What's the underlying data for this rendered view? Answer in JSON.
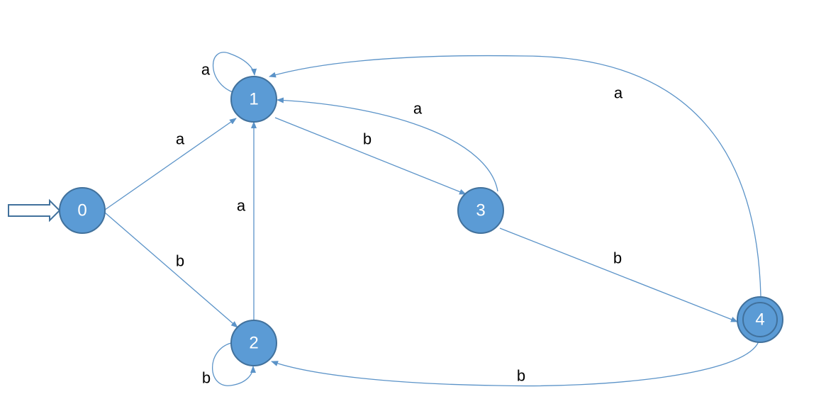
{
  "diagram": {
    "accent_color": "#5b9bd5",
    "edge_color": "#5b93c8",
    "states": [
      {
        "label": "0"
      },
      {
        "label": "1"
      },
      {
        "label": "2"
      },
      {
        "label": "3"
      },
      {
        "label": "4",
        "accepting": true
      }
    ],
    "transitions": [
      {
        "from": "0",
        "to": "1",
        "symbol": "a"
      },
      {
        "from": "0",
        "to": "2",
        "symbol": "b"
      },
      {
        "from": "1",
        "to": "1",
        "symbol": "a"
      },
      {
        "from": "1",
        "to": "3",
        "symbol": "b"
      },
      {
        "from": "2",
        "to": "1",
        "symbol": "a"
      },
      {
        "from": "2",
        "to": "2",
        "symbol": "b"
      },
      {
        "from": "3",
        "to": "1",
        "symbol": "a"
      },
      {
        "from": "3",
        "to": "4",
        "symbol": "b"
      },
      {
        "from": "4",
        "to": "1",
        "symbol": "a"
      },
      {
        "from": "4",
        "to": "2",
        "symbol": "b"
      }
    ]
  }
}
